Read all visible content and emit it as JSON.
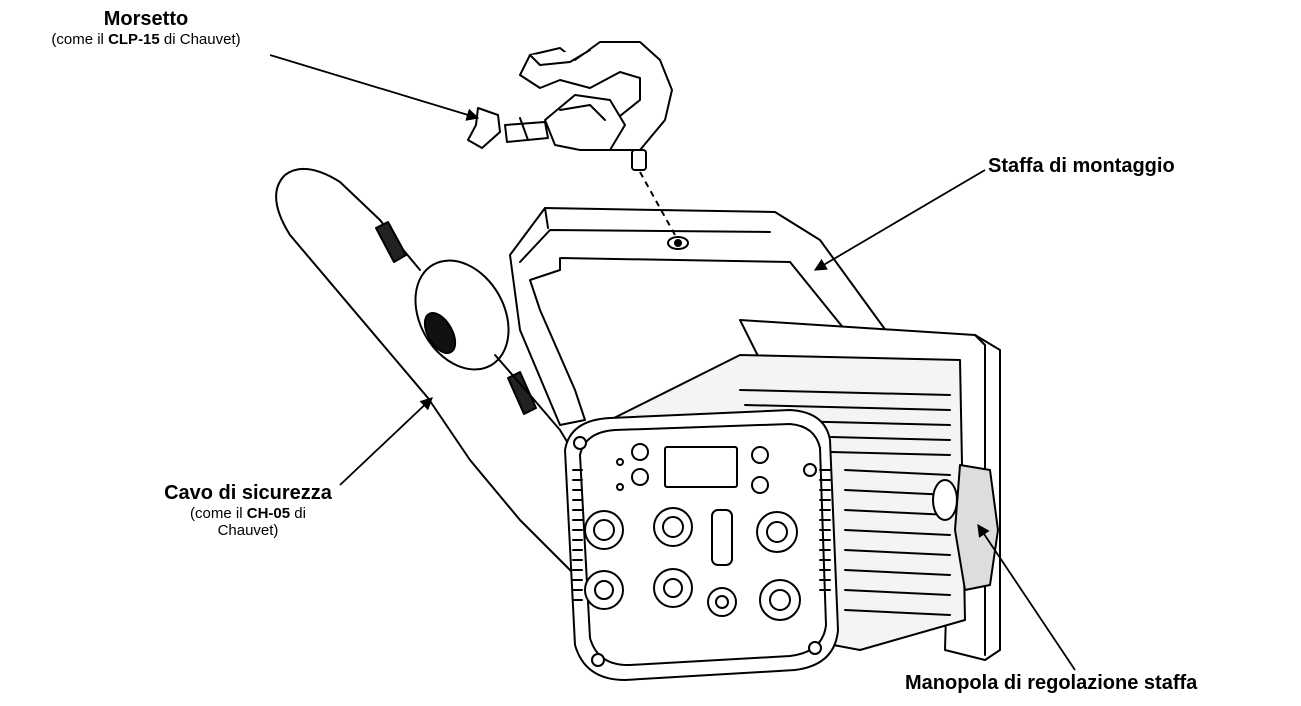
{
  "labels": {
    "clamp": {
      "title": "Morsetto",
      "sub_prefix": "(come il ",
      "sub_bold": "CLP-15",
      "sub_suffix": " di Chauvet)"
    },
    "bracket": {
      "title": "Staffa di montaggio"
    },
    "safety_cable": {
      "title": "Cavo di sicurezza",
      "sub_prefix": "(come il ",
      "sub_bold": "CH-05",
      "sub_suffix": " di",
      "sub_line2": "Chauvet)"
    },
    "knob": {
      "title": "Manopola di regolazione staffa"
    }
  },
  "colors": {
    "ink": "#000000",
    "body_fill": "#ffffff",
    "shade": "#d9d9d9"
  }
}
